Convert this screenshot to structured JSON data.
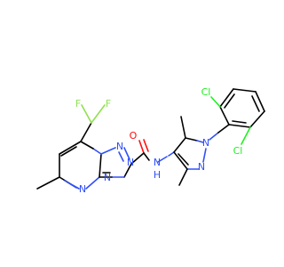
{
  "molecule": {
    "atoms": {
      "F1": "F",
      "F2": "F",
      "N1": "N",
      "N2": "N",
      "N3": "N",
      "N4": "N",
      "O": "O",
      "NH": "N",
      "H": "H",
      "N5": "N",
      "N6": "N",
      "Cl1": "Cl",
      "Cl2": "Cl"
    },
    "colors": {
      "carbon": "#000000",
      "nitrogen": "#3050F8",
      "oxygen": "#FF0D0D",
      "fluorine": "#90E050",
      "chlorine": "#1FF01F"
    }
  }
}
